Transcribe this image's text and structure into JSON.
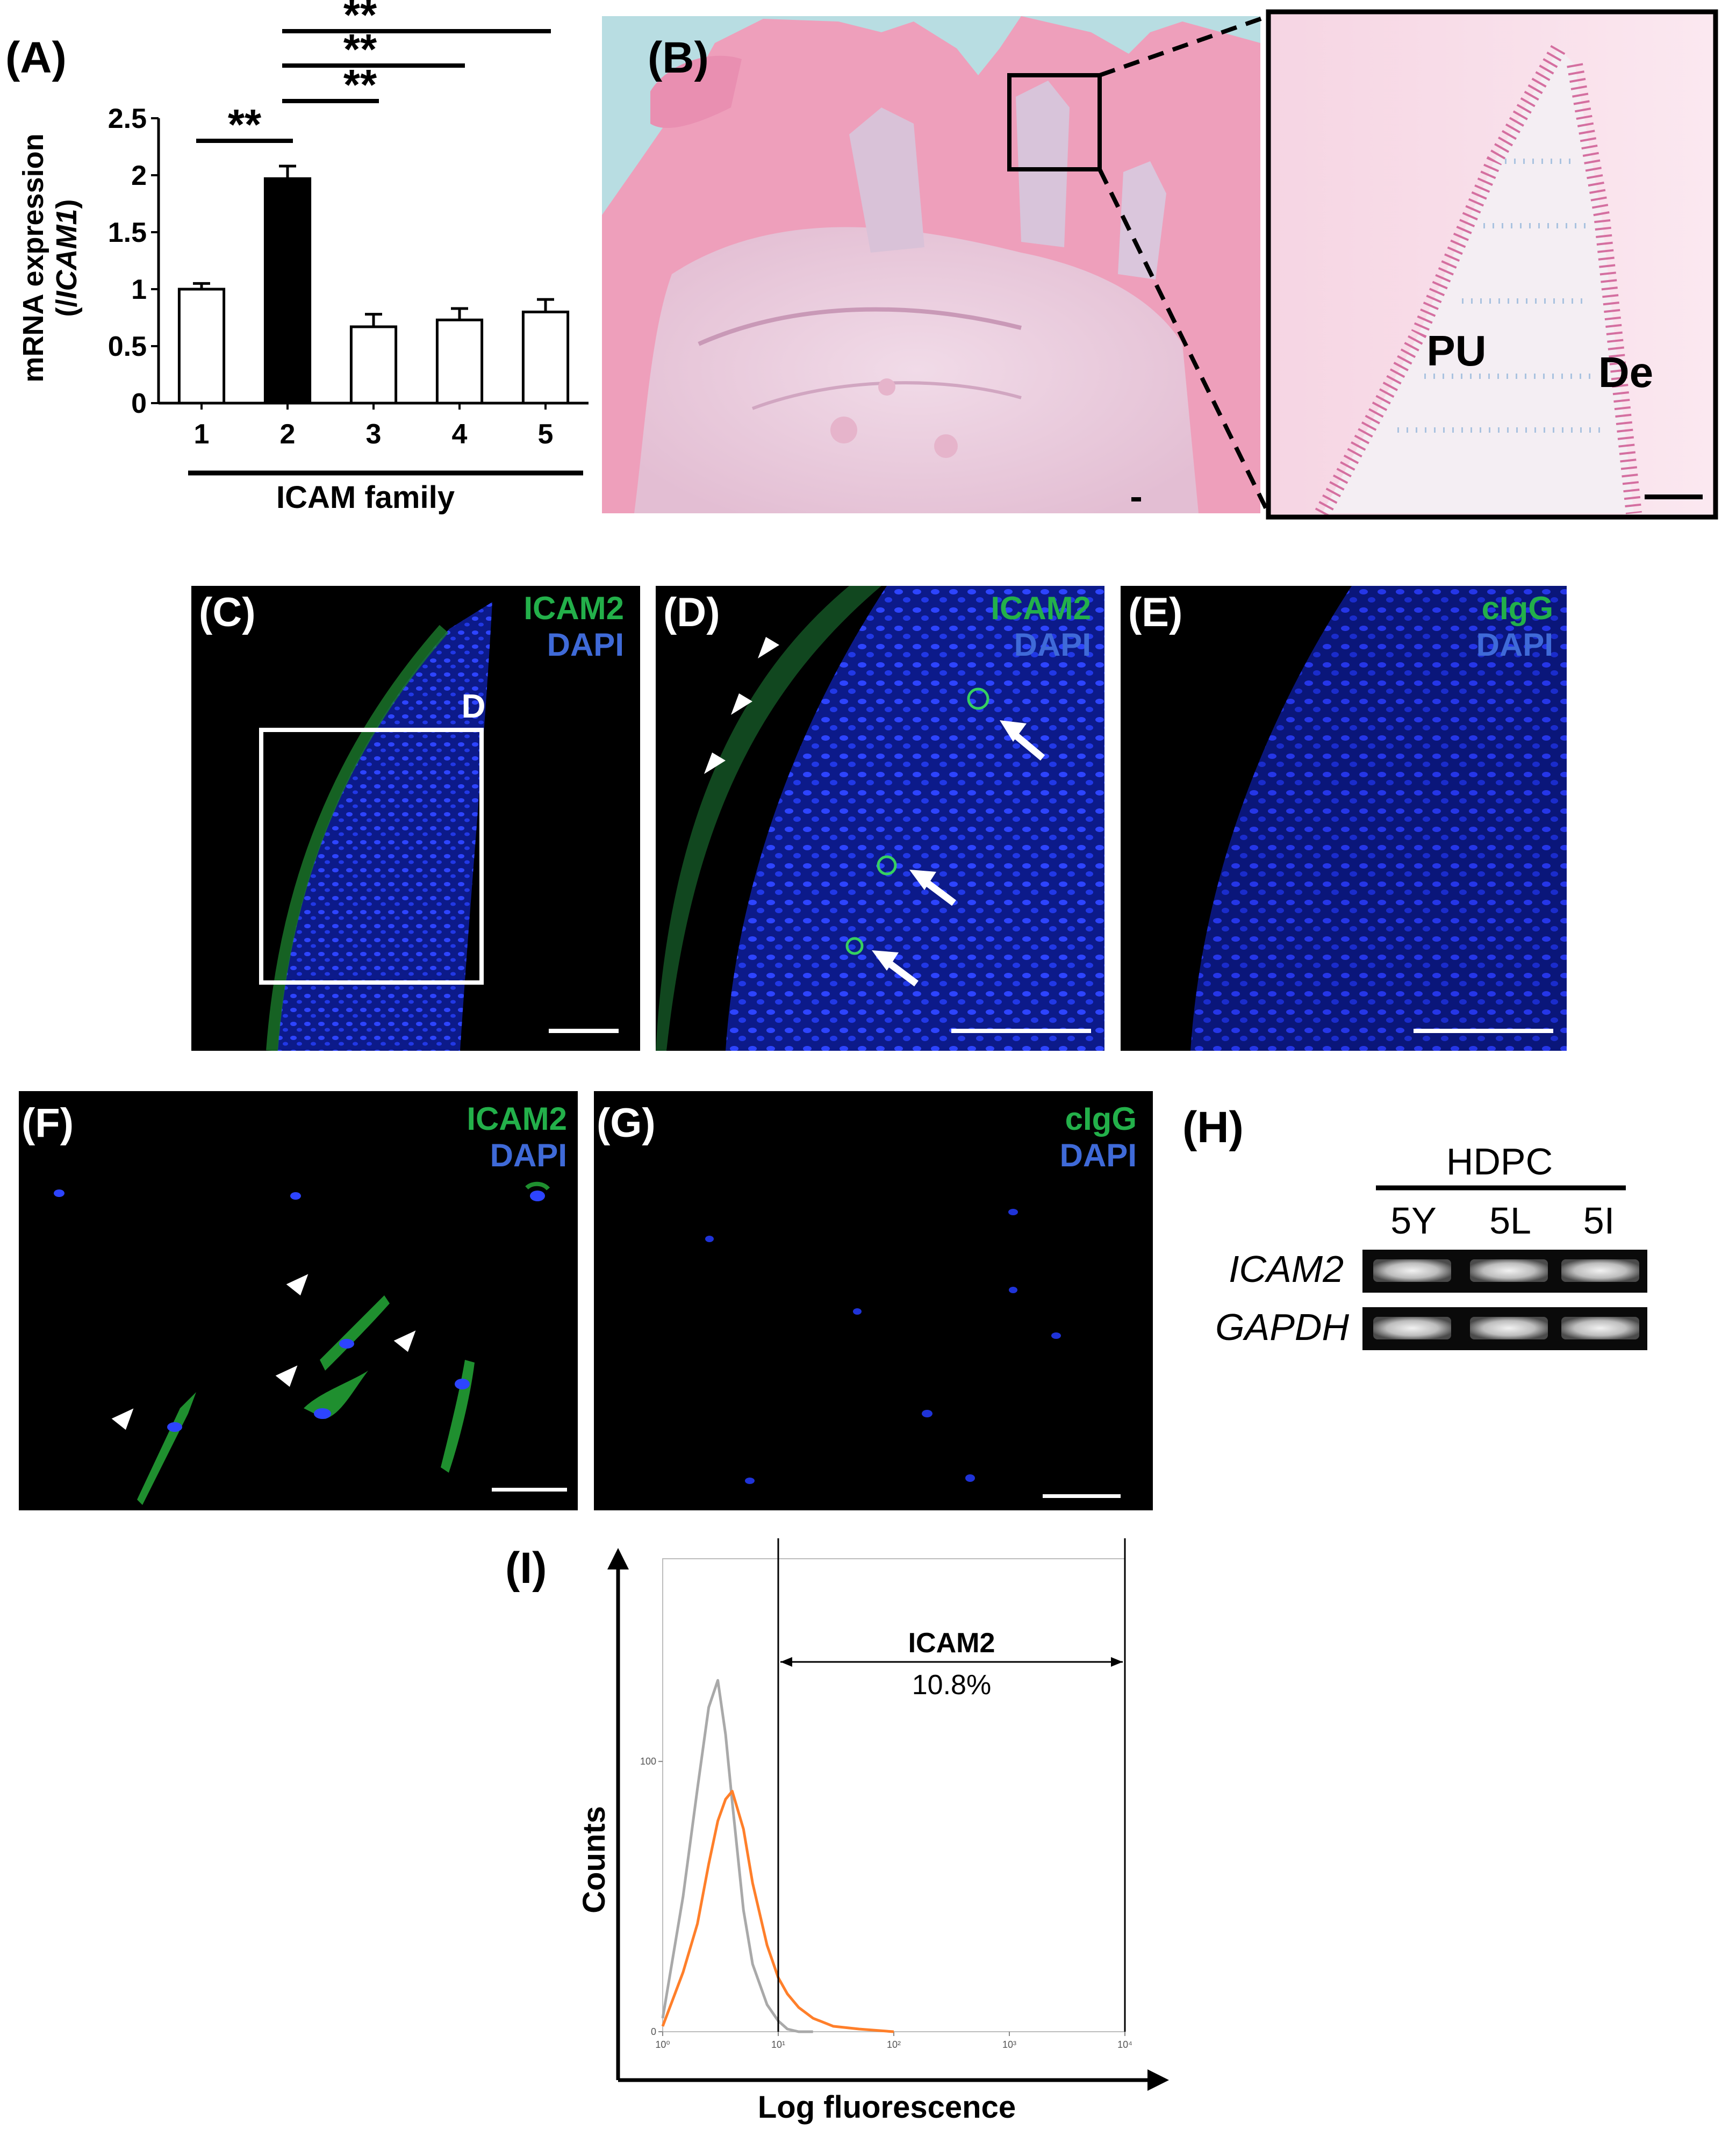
{
  "panels": {
    "A": {
      "label": "(A)",
      "ylabel_main": "mRNA expression",
      "ylabel_sub_open": "(/",
      "ylabel_sub_italic": "ICAM1",
      "ylabel_sub_close": ")",
      "xlabel": "ICAM family",
      "sig_label": "**",
      "significance": [
        {
          "from": "1",
          "to": "2",
          "label": "**"
        },
        {
          "from": "2",
          "to": "3",
          "label": "**"
        },
        {
          "from": "2",
          "to": "4",
          "label": "**"
        },
        {
          "from": "2",
          "to": "5",
          "label": "**"
        }
      ]
    },
    "B": {
      "label": "(B)",
      "inset_pu": "PU",
      "inset_de": "De"
    },
    "C": {
      "label": "(C)",
      "stain_1": "ICAM2",
      "stain_2": "DAPI",
      "box_label": "D"
    },
    "D": {
      "label": "(D)",
      "stain_1": "ICAM2",
      "stain_2": "DAPI"
    },
    "E": {
      "label": "(E)",
      "stain_1": "cIgG",
      "stain_2": "DAPI"
    },
    "F": {
      "label": "(F)",
      "stain_1": "ICAM2",
      "stain_2": "DAPI"
    },
    "G": {
      "label": "(G)",
      "stain_1": "cIgG",
      "stain_2": "DAPI"
    },
    "H": {
      "label": "(H)",
      "header": "HDPC",
      "lanes": [
        "5Y",
        "5L",
        "5I"
      ],
      "rows": [
        "ICAM2",
        "GAPDH"
      ]
    },
    "I": {
      "label": "(I)",
      "ylabel": "Counts",
      "xlabel": "Log fluorescence",
      "gate_label": "ICAM2",
      "gate_value": "10.8%",
      "y_ticks": [
        "0",
        "100"
      ],
      "x_ticks": [
        "10⁰",
        "10¹",
        "10²",
        "10³",
        "10⁴"
      ]
    }
  },
  "chart_data": [
    {
      "type": "bar",
      "title": "",
      "xlabel": "ICAM family",
      "ylabel": "mRNA expression (/ICAM1)",
      "categories": [
        "1",
        "2",
        "3",
        "4",
        "5"
      ],
      "values": [
        1.0,
        1.97,
        0.67,
        0.73,
        0.8
      ],
      "errors": [
        0.05,
        0.11,
        0.11,
        0.1,
        0.11
      ],
      "highlight": [
        false,
        true,
        false,
        false,
        false
      ],
      "ylim": [
        0,
        2.5
      ],
      "y_ticks": [
        "0",
        "0.5",
        "1",
        "1.5",
        "2",
        "2.5"
      ],
      "colors": {
        "default": "#ffffff",
        "highlight": "#000000"
      }
    },
    {
      "type": "area",
      "title": "",
      "xlabel": "Log fluorescence",
      "ylabel": "Counts",
      "x_scale": "log",
      "xlim": [
        1,
        10000
      ],
      "ylim": [
        0,
        175
      ],
      "gate": {
        "x_from": 10,
        "x_to": 10000,
        "label": "ICAM2",
        "value": "10.8%"
      },
      "series": [
        {
          "color": "#a9a9a9",
          "x": [
            1.0,
            1.5,
            2.0,
            2.5,
            3.0,
            3.5,
            4.0,
            5.0,
            6.0,
            8.0,
            10.0,
            12.0,
            15.0,
            20.0
          ],
          "y": [
            5,
            50,
            90,
            120,
            130,
            110,
            85,
            45,
            25,
            10,
            4,
            1,
            0,
            0
          ]
        },
        {
          "color": "#ff7f2a",
          "x": [
            1.0,
            1.5,
            2.0,
            2.5,
            3.0,
            3.5,
            4.0,
            5.0,
            6.0,
            8.0,
            10.0,
            12.0,
            15.0,
            20.0,
            30.0,
            50.0,
            100.0
          ],
          "y": [
            2,
            22,
            40,
            62,
            78,
            86,
            89,
            75,
            55,
            32,
            20,
            14,
            9,
            5,
            2,
            1,
            0
          ]
        }
      ]
    }
  ]
}
